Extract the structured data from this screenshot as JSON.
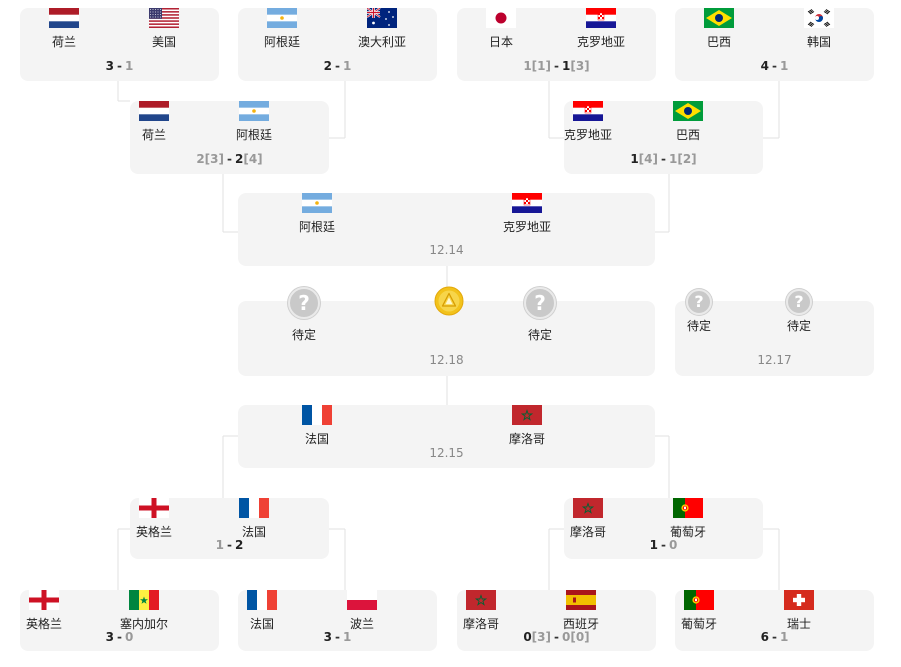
{
  "colors": {
    "card_bg": "#f4f4f4",
    "line": "#e2e2e2",
    "score_text": "#222222",
    "loser_score": "#999999",
    "date_text": "#888888",
    "placeholder_circle": "#c9c9c9",
    "trophy": "#f2c21b"
  },
  "matches": {
    "r16_1": {
      "home": {
        "name": "荷兰",
        "flag": "flag-netherlands-icon"
      },
      "away": {
        "name": "美国",
        "flag": "flag-usa-icon"
      },
      "score": {
        "home": "3",
        "away": "1"
      }
    },
    "r16_2": {
      "home": {
        "name": "阿根廷",
        "flag": "flag-argentina-icon"
      },
      "away": {
        "name": "澳大利亚",
        "flag": "flag-australia-icon"
      },
      "score": {
        "home": "2",
        "away": "1"
      }
    },
    "r16_3": {
      "home": {
        "name": "日本",
        "flag": "flag-japan-icon"
      },
      "away": {
        "name": "克罗地亚",
        "flag": "flag-croatia-icon"
      },
      "score": {
        "home": "1",
        "home_pk": "[1]",
        "away": "1",
        "away_pk": "[3]"
      }
    },
    "r16_4": {
      "home": {
        "name": "巴西",
        "flag": "flag-brazil-icon"
      },
      "away": {
        "name": "韩国",
        "flag": "flag-korea-icon"
      },
      "score": {
        "home": "4",
        "away": "1"
      }
    },
    "qf_1": {
      "home": {
        "name": "荷兰",
        "flag": "flag-netherlands-icon"
      },
      "away": {
        "name": "阿根廷",
        "flag": "flag-argentina-icon"
      },
      "score": {
        "home": "2",
        "home_pk": "[3]",
        "away": "2",
        "away_pk": "[4]"
      }
    },
    "qf_2": {
      "home": {
        "name": "克罗地亚",
        "flag": "flag-croatia-icon"
      },
      "away": {
        "name": "巴西",
        "flag": "flag-brazil-icon"
      },
      "score": {
        "home": "1",
        "home_pk": "[4]",
        "away": "1",
        "away_pk": "[2]"
      }
    },
    "sf_1": {
      "home": {
        "name": "阿根廷",
        "flag": "flag-argentina-icon"
      },
      "away": {
        "name": "克罗地亚",
        "flag": "flag-croatia-icon"
      },
      "date": "12.14"
    },
    "final": {
      "home": {
        "name": "待定",
        "flag": "question-icon"
      },
      "away": {
        "name": "待定",
        "flag": "question-icon"
      },
      "trophy": "trophy-icon",
      "date": "12.18"
    },
    "third": {
      "home": {
        "name": "待定",
        "flag": "question-icon"
      },
      "away": {
        "name": "待定",
        "flag": "question-icon"
      },
      "date": "12.17"
    },
    "sf_2": {
      "home": {
        "name": "法国",
        "flag": "flag-france-icon"
      },
      "away": {
        "name": "摩洛哥",
        "flag": "flag-morocco-icon"
      },
      "date": "12.15"
    },
    "qf_3": {
      "home": {
        "name": "英格兰",
        "flag": "flag-england-icon"
      },
      "away": {
        "name": "法国",
        "flag": "flag-france-icon"
      },
      "score": {
        "home": "1",
        "away": "2"
      }
    },
    "qf_4": {
      "home": {
        "name": "摩洛哥",
        "flag": "flag-morocco-icon"
      },
      "away": {
        "name": "葡萄牙",
        "flag": "flag-portugal-icon"
      },
      "score": {
        "home": "1",
        "away": "0"
      }
    },
    "r16_5": {
      "home": {
        "name": "英格兰",
        "flag": "flag-england-icon"
      },
      "away": {
        "name": "塞内加尔",
        "flag": "flag-senegal-icon"
      },
      "score": {
        "home": "3",
        "away": "0"
      }
    },
    "r16_6": {
      "home": {
        "name": "法国",
        "flag": "flag-france-icon"
      },
      "away": {
        "name": "波兰",
        "flag": "flag-poland-icon"
      },
      "score": {
        "home": "3",
        "away": "1"
      }
    },
    "r16_7": {
      "home": {
        "name": "摩洛哥",
        "flag": "flag-morocco-icon"
      },
      "away": {
        "name": "西班牙",
        "flag": "flag-spain-icon"
      },
      "score": {
        "home": "0",
        "home_pk": "[3]",
        "away": "0",
        "away_pk": "[0]"
      }
    },
    "r16_8": {
      "home": {
        "name": "葡萄牙",
        "flag": "flag-portugal-icon"
      },
      "away": {
        "name": "瑞士",
        "flag": "flag-switzerland-icon"
      },
      "score": {
        "home": "6",
        "away": "1"
      }
    }
  }
}
